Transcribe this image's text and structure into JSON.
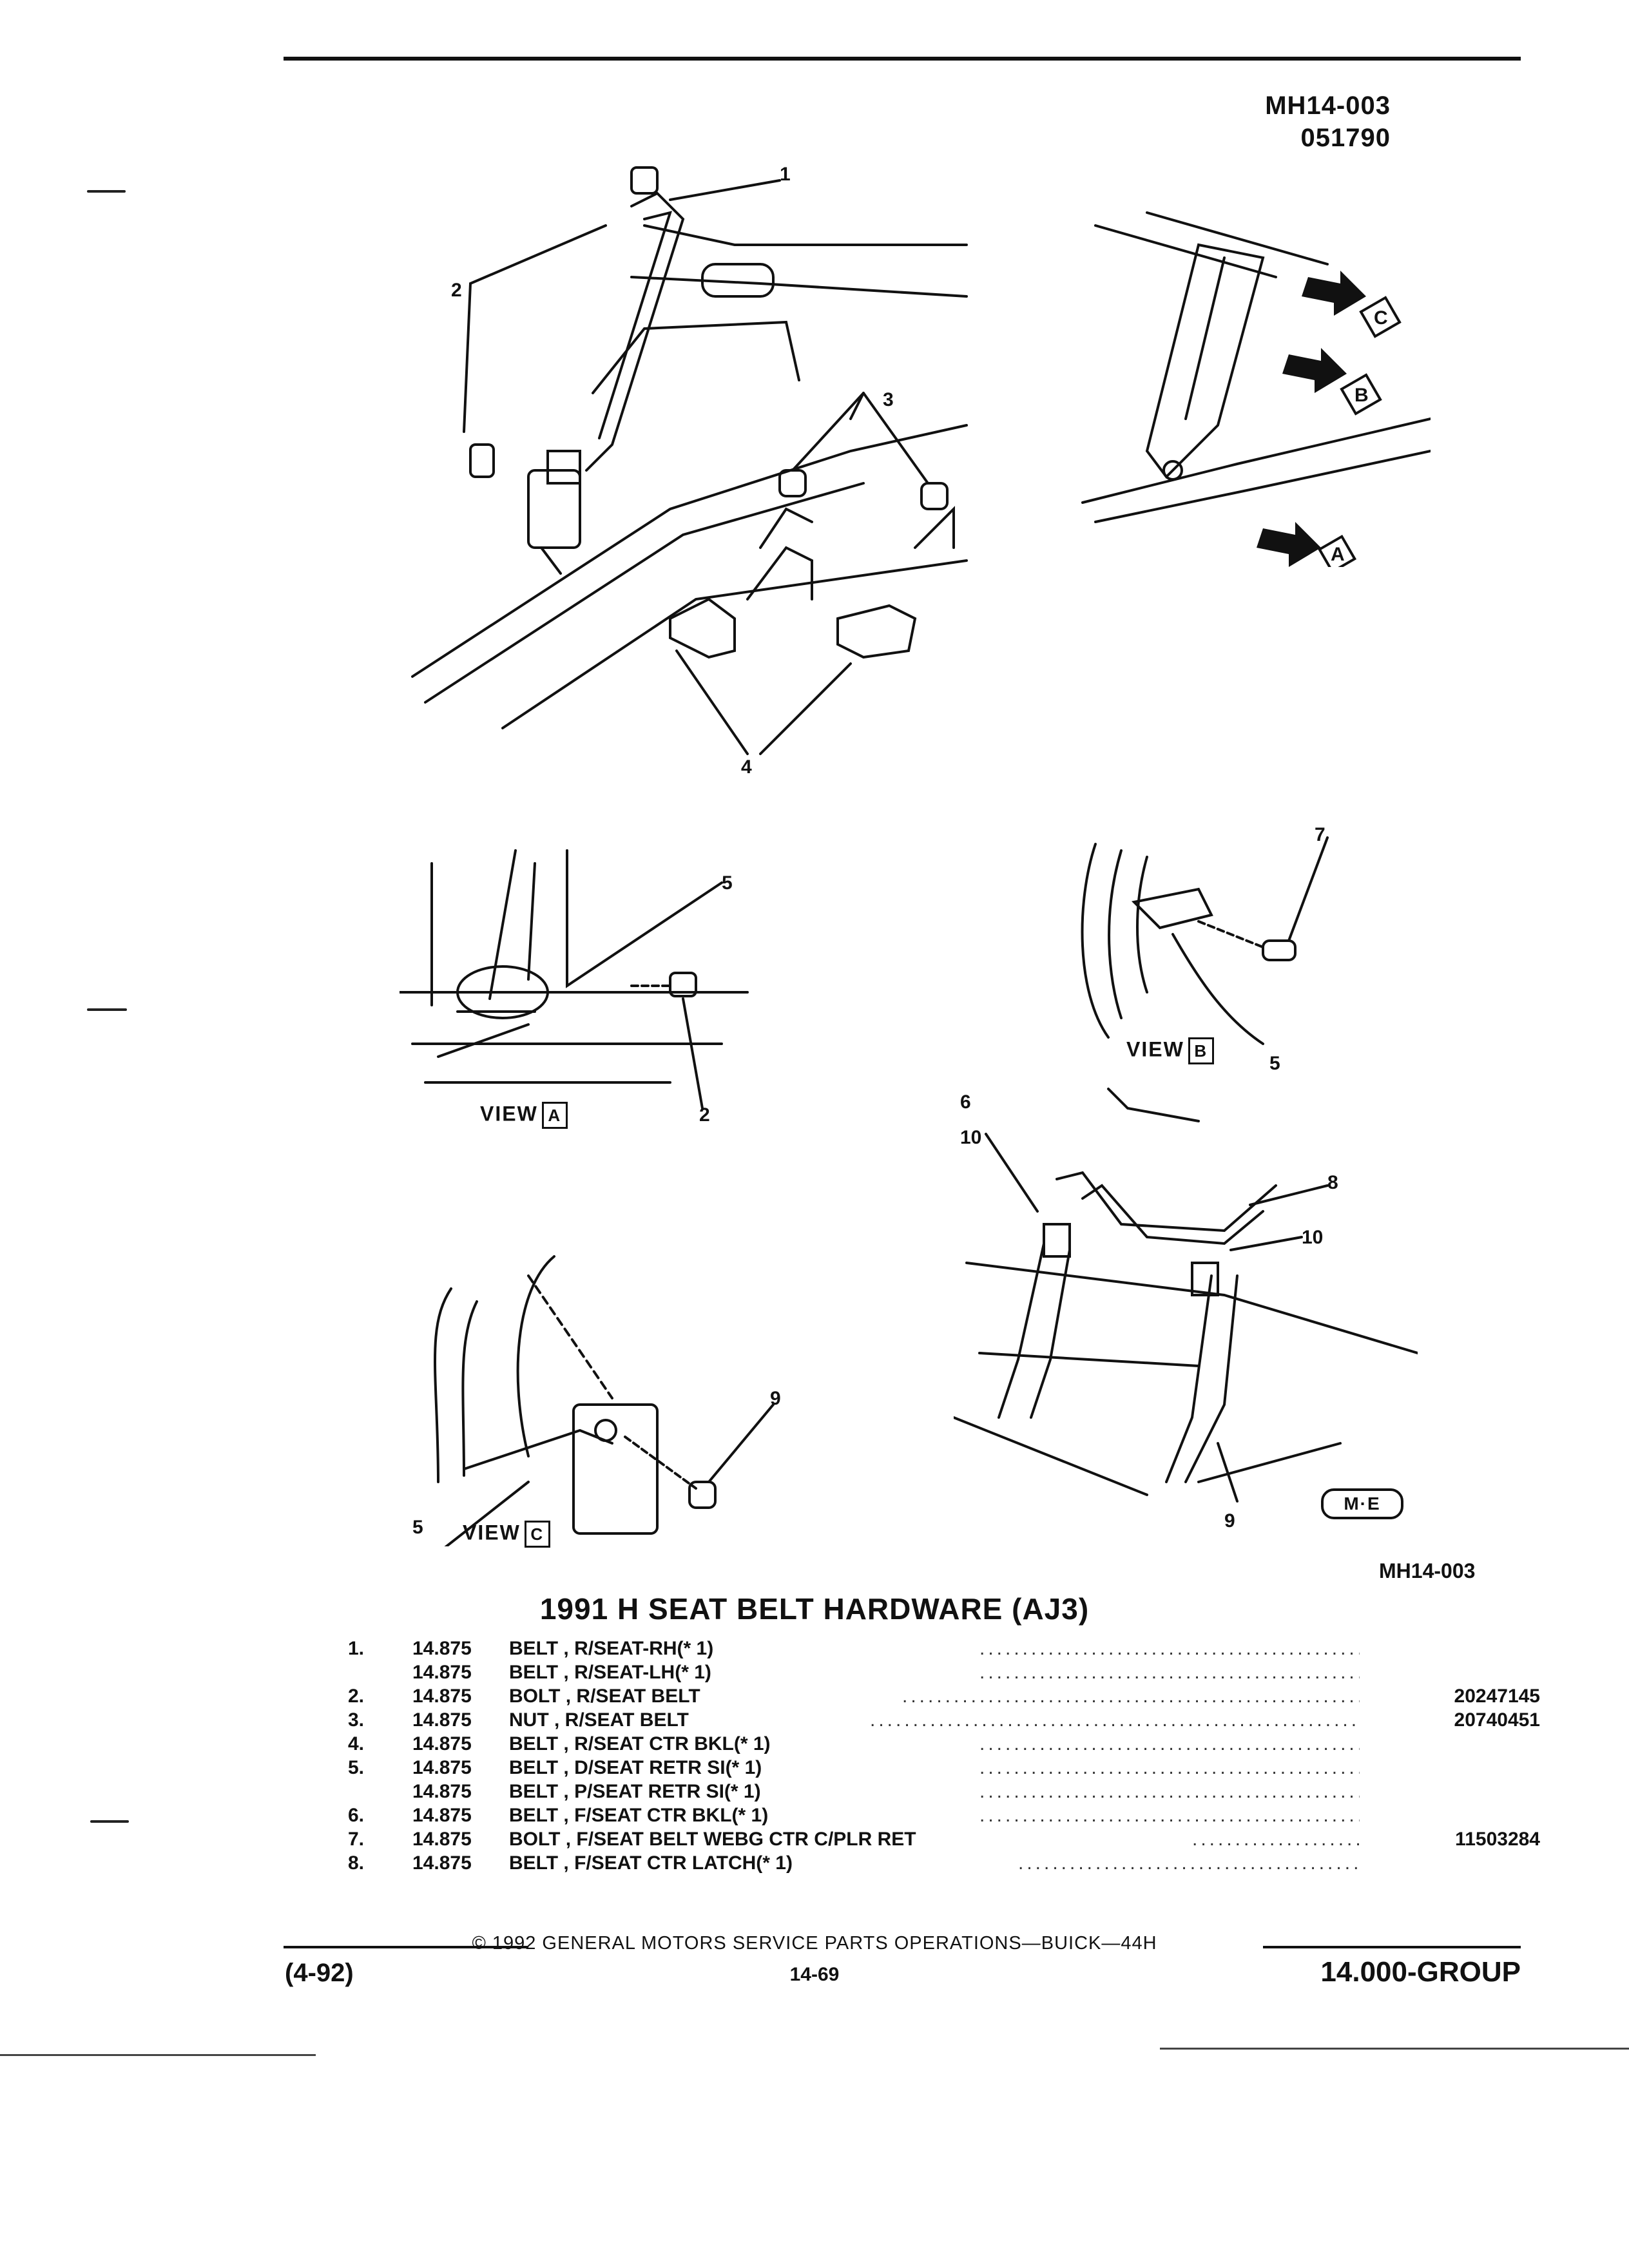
{
  "header": {
    "code": "MH14-003",
    "date_code": "051790"
  },
  "figure": {
    "code": "MH14-003",
    "callouts": [
      "1",
      "2",
      "3",
      "4",
      "5",
      "6",
      "7",
      "8",
      "9",
      "10"
    ],
    "view_word": "VIEW",
    "view_letters": [
      "A",
      "B",
      "C"
    ]
  },
  "section_title": "1991 H SEAT BELT HARDWARE (AJ3)",
  "parts": [
    {
      "index": "1.",
      "group": "14.875",
      "description": "BELT , R/SEAT-RH(* 1)",
      "part_number": ""
    },
    {
      "index": "",
      "group": "14.875",
      "description": "BELT , R/SEAT-LH(* 1)",
      "part_number": ""
    },
    {
      "index": "2.",
      "group": "14.875",
      "description": "BOLT , R/SEAT BELT",
      "part_number": "20247145"
    },
    {
      "index": "3.",
      "group": "14.875",
      "description": "NUT , R/SEAT BELT",
      "part_number": "20740451"
    },
    {
      "index": "4.",
      "group": "14.875",
      "description": "BELT , R/SEAT CTR BKL(* 1)",
      "part_number": ""
    },
    {
      "index": "5.",
      "group": "14.875",
      "description": "BELT , D/SEAT RETR SI(* 1)",
      "part_number": ""
    },
    {
      "index": "",
      "group": "14.875",
      "description": "BELT , P/SEAT RETR SI(* 1)",
      "part_number": ""
    },
    {
      "index": "6.",
      "group": "14.875",
      "description": "BELT , F/SEAT CTR BKL(* 1)",
      "part_number": ""
    },
    {
      "index": "7.",
      "group": "14.875",
      "description": "BOLT , F/SEAT BELT WEBG CTR C/PLR RET",
      "part_number": "11503284"
    },
    {
      "index": "8.",
      "group": "14.875",
      "description": "BELT , F/SEAT CTR LATCH(* 1)",
      "part_number": ""
    }
  ],
  "footer": {
    "copyright": "© 1992 GENERAL MOTORS SERVICE PARTS OPERATIONS—BUICK—44H",
    "page": "14-69",
    "revision": "(4-92)",
    "group": "14.000-GROUP"
  },
  "logo_text": "M·E"
}
